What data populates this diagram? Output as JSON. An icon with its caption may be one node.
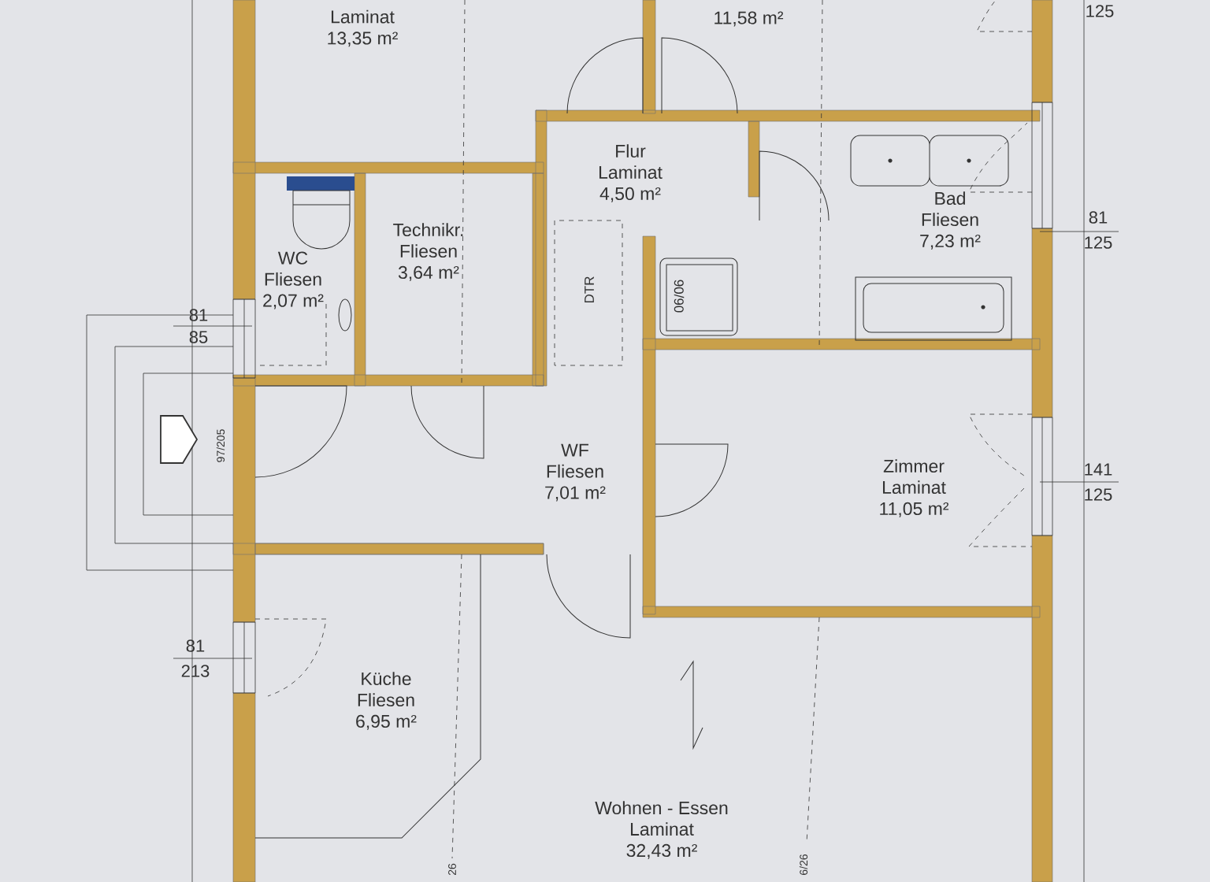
{
  "diagram": {
    "nodes": [
      {
        "text": [
          "Laminat",
          "13,35 m²"
        ]
      },
      {
        "text": [
          "11,58 m²"
        ]
      },
      {
        "text": [
          "Flur",
          "Laminat",
          "4,50 m²"
        ]
      },
      {
        "text": [
          "Bad",
          "Fliesen",
          "7,23 m²"
        ]
      },
      {
        "text": [
          "WC",
          "Fliesen",
          "2,07 m²"
        ]
      },
      {
        "text": [
          "Technikr.",
          "Fliesen",
          "3,64 m²"
        ]
      },
      {
        "text": [
          "WF",
          "Fliesen",
          "7,01 m²"
        ]
      },
      {
        "text": [
          "Zimmer",
          "Laminat",
          "11,05 m²"
        ]
      },
      {
        "text": [
          "Küche",
          "Fliesen",
          "6,95 m²"
        ]
      },
      {
        "text": [
          "Wohnen - Essen",
          "Laminat",
          "32,43 m²"
        ]
      }
    ],
    "labels": [
      "125",
      "81",
      "125",
      "81",
      "85",
      "DTR",
      "90/90",
      "97/205",
      "141",
      "125",
      "81",
      "213",
      "26",
      "6/26"
    ]
  }
}
